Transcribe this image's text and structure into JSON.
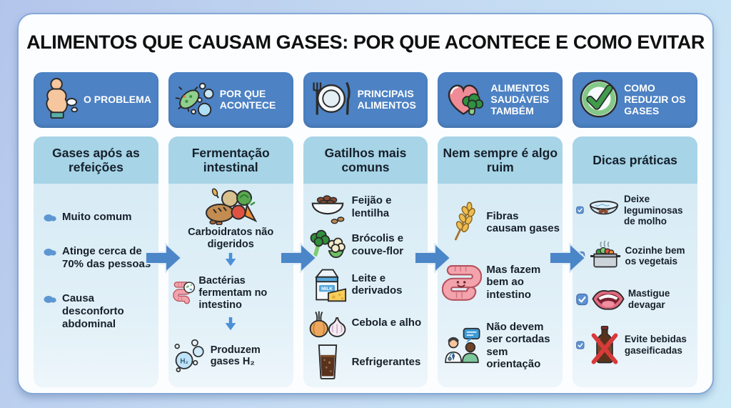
{
  "title": "ALIMENTOS QUE CAUSAM GASES: POR QUE ACONTECE E COMO EVITAR",
  "labels": {
    "h2": "H₂",
    "milk": "MILK"
  },
  "colors": {
    "badge_blue": "#4d82c4",
    "subtitle_blue": "#a7d4e7",
    "panel_blue": "#d7ebf5",
    "arrow_blue": "#4b86c8",
    "card_border": "#84a9d8",
    "background_top": "#b4c5eb",
    "background_bottom": "#cce9f7",
    "text_dark": "#17202a"
  },
  "columns": [
    {
      "header": "O PROBLEMA",
      "header_icon": "bloated-person-icon",
      "subtitle": "Gases após as refeições",
      "items": [
        {
          "icon": "gas-puff-bullet-icon",
          "text": "Muito comum"
        },
        {
          "icon": "gas-puff-bullet-icon",
          "text": "Atinge cerca de 70% das pessoas"
        },
        {
          "icon": "gas-puff-bullet-icon",
          "text": "Causa desconforto abdominal"
        }
      ]
    },
    {
      "header": "POR QUE ACONTECE",
      "header_icon": "bacteria-icon",
      "subtitle": "Fermentação intestinal",
      "items": [
        {
          "icon": "undigested-carbs-icon",
          "text": "Carboidratos não digeridos"
        },
        {
          "icon": "intestine-bacteria-icon",
          "text": "Bactérias fermentam no intestino"
        },
        {
          "icon": "h2-bubbles-icon",
          "text": "Produzem gases H₂"
        }
      ]
    },
    {
      "header": "PRINCIPAIS ALIMENTOS",
      "header_icon": "plate-cutlery-icon",
      "subtitle": "Gatilhos mais comuns",
      "items": [
        {
          "icon": "beans-bowl-icon",
          "text": "Feijão e lentilha"
        },
        {
          "icon": "broccoli-cauliflower-icon",
          "text": "Brócolis e couve-flor"
        },
        {
          "icon": "milk-cheese-icon",
          "text": "Leite e derivados"
        },
        {
          "icon": "onion-garlic-icon",
          "text": "Cebola e alho"
        },
        {
          "icon": "soda-glass-icon",
          "text": "Refrigerantes"
        }
      ]
    },
    {
      "header": "ALIMENTOS SAUDÁVEIS TAMBÉM",
      "header_icon": "heart-broccoli-icon",
      "subtitle": "Nem sempre é algo ruim",
      "items": [
        {
          "icon": "wheat-icon",
          "text": "Fibras causam gases"
        },
        {
          "icon": "happy-intestine-icon",
          "text": "Mas fazem bem ao intestino"
        },
        {
          "icon": "doctor-patient-icon",
          "text": "Não devem ser cortadas sem orientação"
        }
      ]
    },
    {
      "header": "COMO REDUZIR OS GASES",
      "header_icon": "check-circle-icon",
      "subtitle": "Dicas práticas",
      "items": [
        {
          "checkbox": true,
          "icon": "soaking-bowl-icon",
          "text": "Deixe leguminosas de molho"
        },
        {
          "checkbox": true,
          "icon": "cooking-pot-icon",
          "text": "Cozinhe bem os vegetais"
        },
        {
          "checkbox": true,
          "icon": "mouth-icon",
          "text": "Mastigue devagar"
        },
        {
          "checkbox": true,
          "icon": "no-soda-icon",
          "text": "Evite bebidas gaseificadas"
        }
      ]
    }
  ]
}
